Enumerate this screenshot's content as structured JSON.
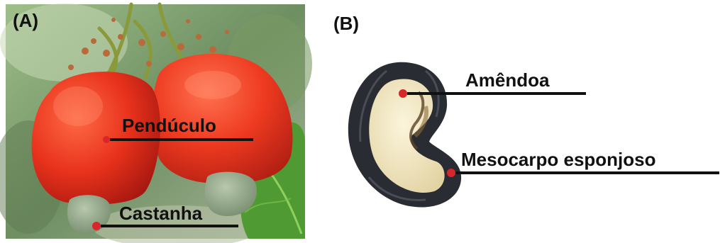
{
  "panel_a": {
    "label": "(A)",
    "callouts": {
      "penduculo": "Pendúculo",
      "castanha": "Castanha"
    }
  },
  "panel_b": {
    "label": "(B)",
    "callouts": {
      "amendoa": "Amêndoa",
      "mesocarpo": "Mesocarpo esponjoso"
    }
  },
  "colors": {
    "fruit_red": "#e8321c",
    "nut_green": "#8fa284",
    "leaf_green": "#4f9a33",
    "shell_dark": "#2a2c34",
    "kernel_cream": "#f3e9c6",
    "marker_red": "#d8262a",
    "leader_line": "#111111"
  }
}
